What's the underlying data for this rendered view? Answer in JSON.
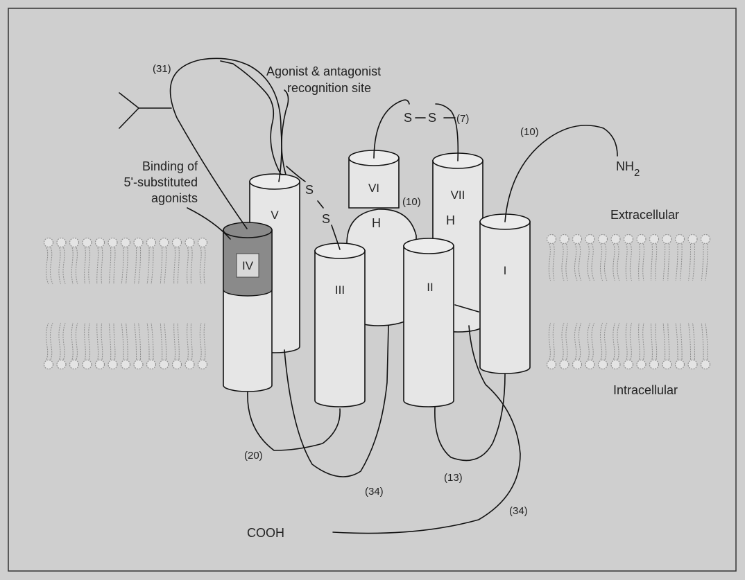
{
  "annotations": {
    "recognition_site_line1": "Agonist & antagonist",
    "recognition_site_line2": "recognition site",
    "binding_line1": "Binding of",
    "binding_line2": "5'-substituted",
    "binding_line3": "agonists",
    "extracellular": "Extracellular",
    "intracellular": "Intracellular",
    "nh2_prefix": "NH",
    "nh2_sub": "2",
    "cooh": "COOH",
    "s_top_1": "S",
    "s_top_2": "S",
    "s_side_1": "S",
    "s_side_2": "S",
    "h_left": "H",
    "h_right": "H"
  },
  "loop_counts": {
    "c31": "(31)",
    "c7": "(7)",
    "c10_top": "(10)",
    "c10_mid": "(10)",
    "c20": "(20)",
    "c34_mid": "(34)",
    "c13": "(13)",
    "c34_low": "(34)"
  },
  "helices": {
    "i": "I",
    "ii": "II",
    "iii": "III",
    "iv": "IV",
    "v": "V",
    "vi": "VI",
    "vii": "VII"
  },
  "colors": {
    "background": "#cfcfcf",
    "cylinder_fill": "#e6e6e6",
    "helix_iv_band": "#8a8a8a",
    "helix_iv_label_box": "#d8d8d8",
    "line": "#111111",
    "lipid": "#8d8d8d"
  }
}
